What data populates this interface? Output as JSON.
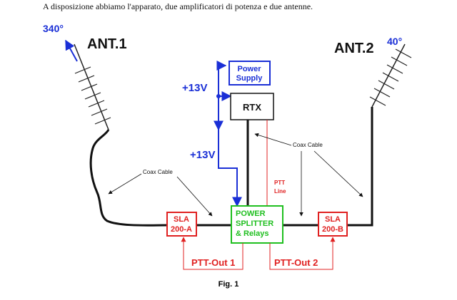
{
  "intro_text": "A disposizione abbiamo l'apparato, due amplificatori di potenza e due antenne.",
  "caption": "Fig. 1",
  "antenna1": {
    "label": "ANT.1",
    "angle": "340°"
  },
  "antenna2": {
    "label": "ANT.2",
    "angle": "40°"
  },
  "voltage_top": "+13V",
  "voltage_bottom": "+13V",
  "power_supply": {
    "line1": "Power",
    "line2": "Supply"
  },
  "rtx": "RTX",
  "splitter": {
    "line1": "POWER",
    "line2": "SPLITTER",
    "line3": "& Relays"
  },
  "amp_a": {
    "line1": "SLA",
    "line2": "200-A"
  },
  "amp_b": {
    "line1": "SLA",
    "line2": "200-B"
  },
  "coax_left": "Coax Cable",
  "coax_right": "Coax Cable",
  "ptt_line": {
    "line1": "PTT",
    "line2": "Line"
  },
  "ptt_out1": "PTT-Out 1",
  "ptt_out2": "PTT-Out 2",
  "colors": {
    "blue": "#1a2fd6",
    "green": "#1fbf1f",
    "red": "#e02020",
    "black": "#111111"
  }
}
